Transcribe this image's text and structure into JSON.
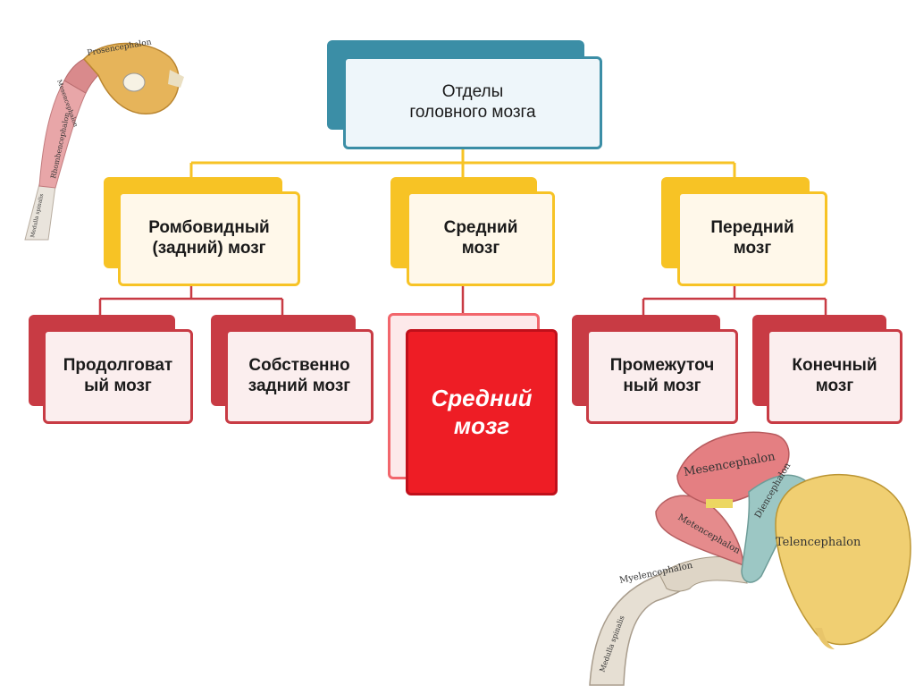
{
  "root": {
    "line1": "Отделы",
    "line2": "головного мозга"
  },
  "level1": [
    {
      "line1": "Ромбовидный",
      "line2": "(задний) мозг"
    },
    {
      "line1": "Средний",
      "line2": "мозг"
    },
    {
      "line1": "Передний",
      "line2": "мозг"
    }
  ],
  "level2": [
    {
      "line1": "Продолговат",
      "line2": "ый мозг"
    },
    {
      "line1": "Собственно",
      "line2": "задний мозг"
    },
    {
      "line1": "Средний",
      "line2": "мозг"
    },
    {
      "line1": "Промежуточ",
      "line2": "ный мозг"
    },
    {
      "line1": "Конечный",
      "line2": "мозг"
    }
  ],
  "illustration_top_left": {
    "labels": [
      "Prosencephalon",
      "Mesencephalon",
      "Rhombencephalon",
      "Medulla spinalis"
    ]
  },
  "illustration_bottom_right": {
    "labels": [
      "Mesencephalon",
      "Diencephalon",
      "Telencephalon",
      "Metencephalon",
      "Myelencephalon",
      "Medulla spinalis"
    ]
  },
  "colors": {
    "root": "#3b8ea6",
    "level1": "#f7c325",
    "level2": "#c83b44",
    "highlight": "#ee1d25"
  }
}
